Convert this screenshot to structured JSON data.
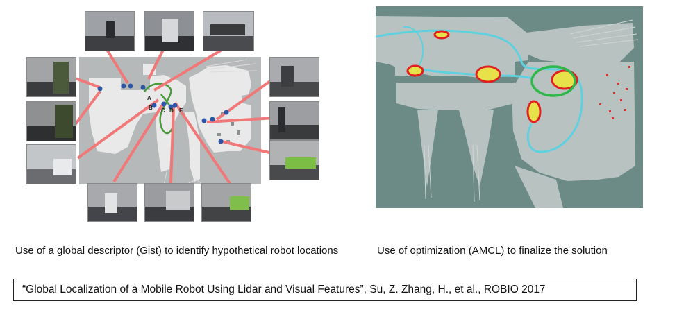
{
  "captions": {
    "left": "Use of a global descriptor (Gist) to identify hypothetical robot locations",
    "right": "Use of optimization (AMCL) to finalize the solution"
  },
  "citation": "“Global Localization of a Mobile Robot Using Lidar and Visual Features”, Su, Z. Zhang, H., et al., ROBIO 2017",
  "figures": {
    "left": {
      "marker_labels": [
        "A",
        "B",
        "C",
        "D",
        "E"
      ]
    },
    "right": {}
  },
  "colors": {
    "arrow": "#f07878",
    "map_free": "#e6e6e6",
    "map_bg": "#b5b9b9",
    "amcl_bg": "#6d8b86",
    "path": "#5fd0e0",
    "hypothesis_ring": "#e02020",
    "final_ring": "#2fb84a",
    "marker": "#2b55a6"
  }
}
